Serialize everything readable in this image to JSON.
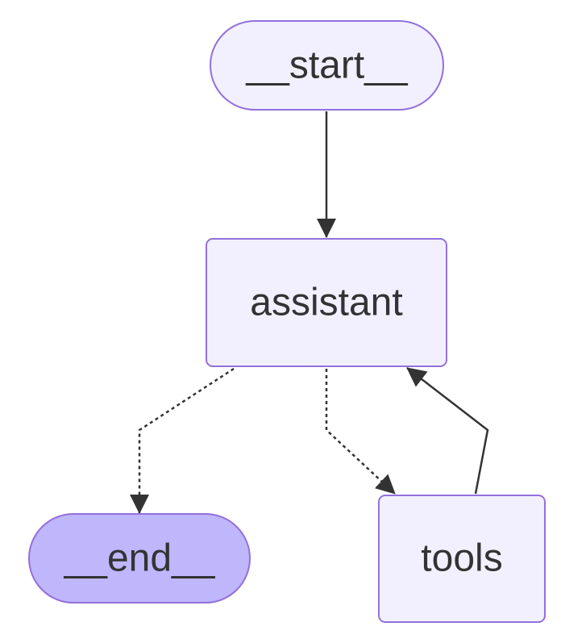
{
  "nodes": {
    "start": {
      "label": "__start__"
    },
    "assistant": {
      "label": "assistant"
    },
    "end": {
      "label": "__end__"
    },
    "tools": {
      "label": "tools"
    }
  },
  "colors": {
    "node_fill": "#f2f0ff",
    "node_stroke": "#9370db",
    "end_fill": "#bfb6fc",
    "edge": "#333333",
    "text": "#333333"
  }
}
